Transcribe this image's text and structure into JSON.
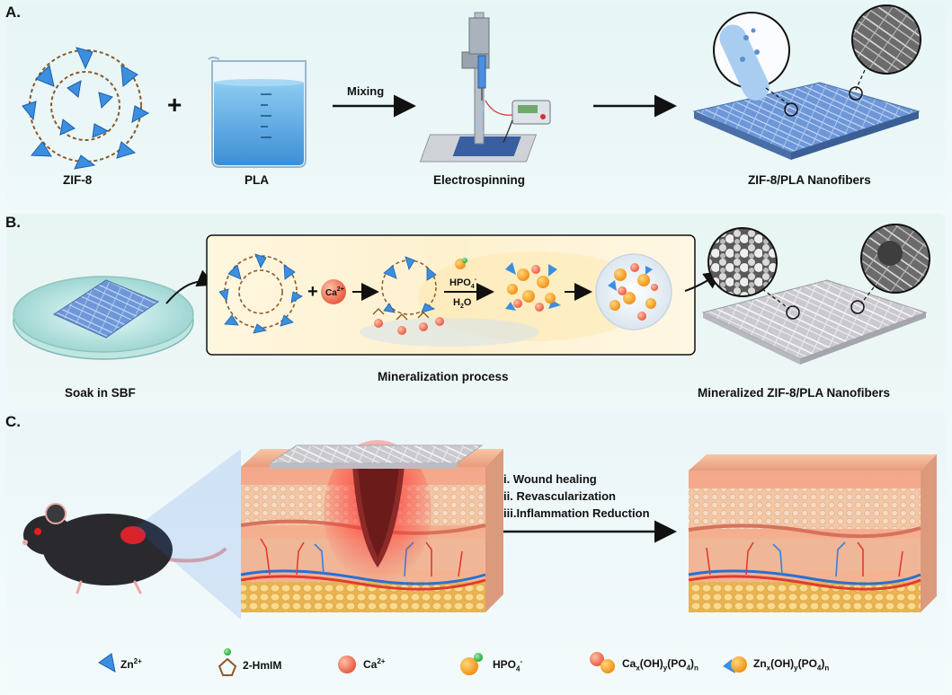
{
  "section_a": {
    "letter": "A.",
    "labels": {
      "zif8": "ZIF-8",
      "pla": "PLA",
      "electrospinning": "Electrospinning",
      "nanofibers": "ZIF-8/PLA Nanofibers"
    },
    "plus": "+",
    "mixing": "Mixing"
  },
  "section_b": {
    "letter": "B.",
    "soak": "Soak in SBF",
    "process": "Mineralization process",
    "mineralized": "Mineralized ZIF-8/PLA Nanofibers",
    "ca_badge": "Ca",
    "ca_charge": "2+",
    "plus": "+",
    "hpo4": "HPO",
    "hpo4_sub": "4",
    "hpo4_sup": "-",
    "h2o": "H",
    "h2o_sub": "2",
    "h2o_end": "O"
  },
  "section_c": {
    "letter": "C.",
    "effects": [
      "i.  Wound healing",
      "ii. Revascularization",
      "iii.Inflammation Reduction"
    ]
  },
  "legend": [
    {
      "icon": "zn-tetrahedron",
      "text": "Zn",
      "sup": "2+"
    },
    {
      "icon": "2-hmim-ring",
      "text": "2-HmIM",
      "sup": ""
    },
    {
      "icon": "calcium-sphere",
      "text": "Ca",
      "sup": "2+"
    },
    {
      "icon": "hpo4-sphere",
      "text": "HPO",
      "sub": "4",
      "sup": "-"
    },
    {
      "icon": "ca-phosphate-cluster",
      "text": "Ca",
      "formula": "x(OH)y(PO4)n"
    },
    {
      "icon": "zn-phosphate-cluster",
      "text": "Zn",
      "formula": "x(OH)y(PO4)n"
    }
  ],
  "colors": {
    "zif_blue": "#3b8fe0",
    "linker_brown": "#8a5a2b",
    "calcium": "#f06a4e",
    "hpo4_orange": "#f6a12a",
    "tissue_red": "#d9363a"
  }
}
